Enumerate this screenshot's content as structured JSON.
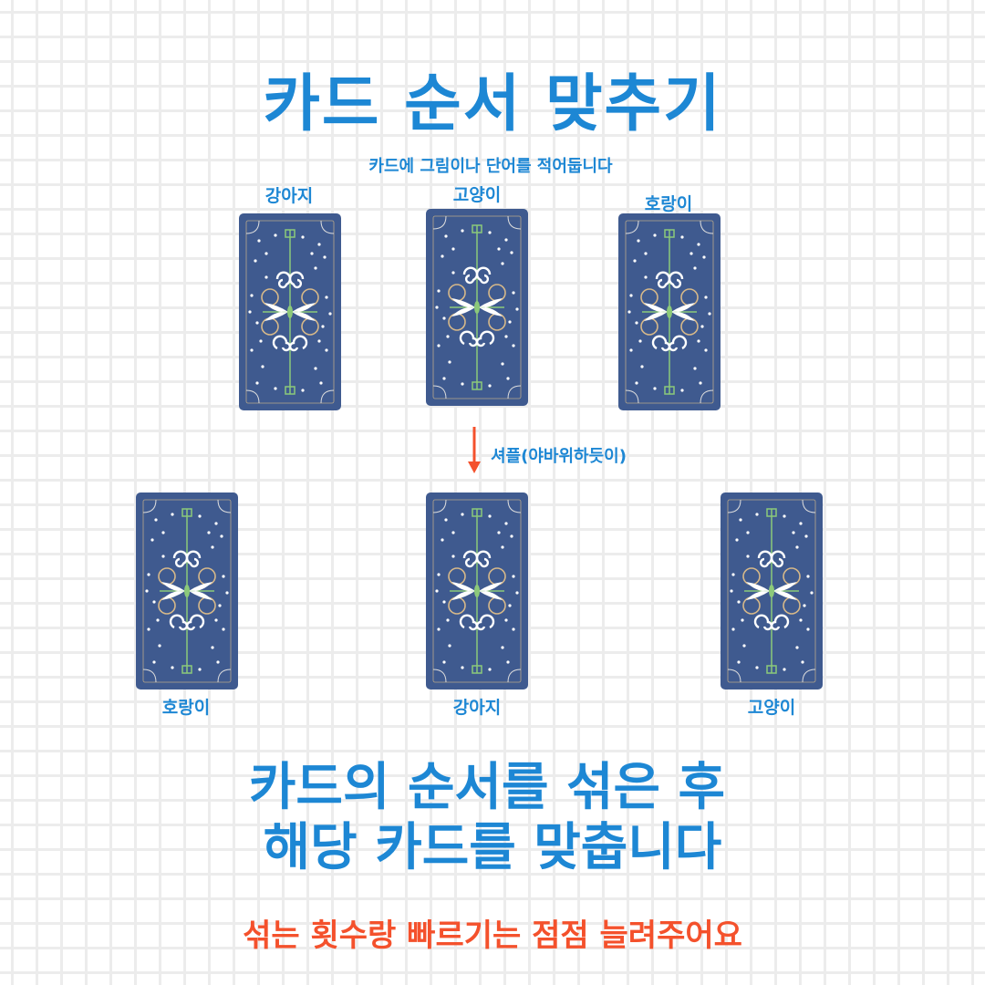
{
  "title": "카드 순서 맞추기",
  "subtitle": "카드에 그림이나 단어를 적어둡니다",
  "top_row": [
    {
      "label": "강아지"
    },
    {
      "label": "고양이"
    },
    {
      "label": "호랑이"
    }
  ],
  "shuffle_label": "셔플(야바위하듯이)",
  "bottom_row": [
    {
      "label": "호랑이"
    },
    {
      "label": "강아지"
    },
    {
      "label": "고양이"
    }
  ],
  "instruction_line1": "카드의 순서를 섞은 후",
  "instruction_line2": "해당 카드를 맞춥니다",
  "tip": "섞는 횟수랑 빠르기는 점점 늘려주어요",
  "colors": {
    "blue": "#1d87d4",
    "orange": "#f4512c",
    "card": "#3f5a8f"
  }
}
